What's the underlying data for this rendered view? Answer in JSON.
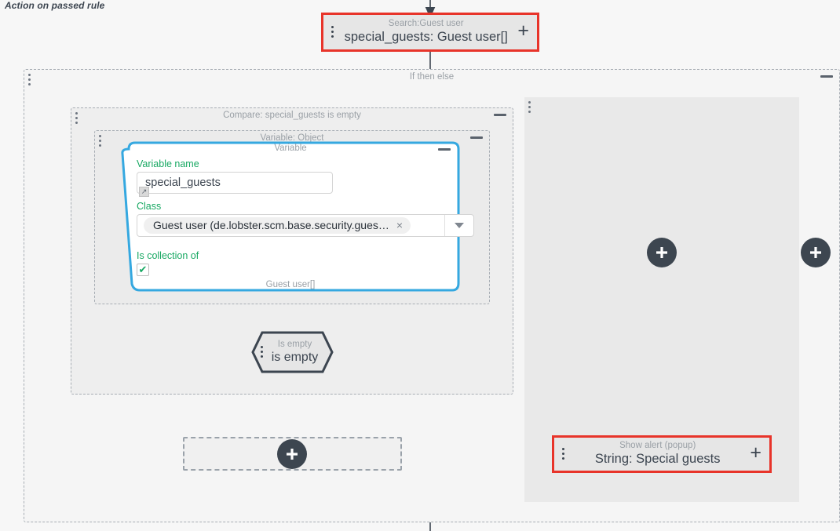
{
  "canvas": {
    "rule_label": "Action on passed rule"
  },
  "search_node": {
    "subtitle": "Search:Guest user",
    "title": "special_guests: Guest user[]",
    "add_glyph": "+",
    "border_color": "#e8342a"
  },
  "if_then_else": {
    "header": "If then else"
  },
  "compare_box": {
    "header": "Compare: special_guests is empty"
  },
  "variable_object_box": {
    "header": "Variable: Object"
  },
  "variable_card": {
    "header": "Variable",
    "footer": "Guest user[]",
    "accent_color": "#35a8e0",
    "fields": {
      "variable_name_label": "Variable name",
      "variable_name_value": "special_guests",
      "class_label": "Class",
      "class_value": "Guest user (de.lobster.scm.base.security.gues…",
      "class_clear_glyph": "×",
      "is_collection_label": "Is collection of",
      "is_collection_checked": "✔"
    }
  },
  "is_empty_node": {
    "subtitle": "Is empty",
    "title": "is empty"
  },
  "alert_node": {
    "subtitle": "Show alert (popup)",
    "title": "String: Special guests",
    "add_glyph": "+",
    "border_color": "#e8342a"
  },
  "add_buttons": {
    "then_branch_slot": "add-step",
    "else_branch": "add-step",
    "outer_right": "add-step"
  },
  "colors": {
    "background": "#f7f7f7",
    "node_fill": "#e6e6e6",
    "panel_fill": "#e9e9e9",
    "label_green": "#17a862",
    "muted_text": "#9aa0a6",
    "dark": "#3c4550"
  }
}
